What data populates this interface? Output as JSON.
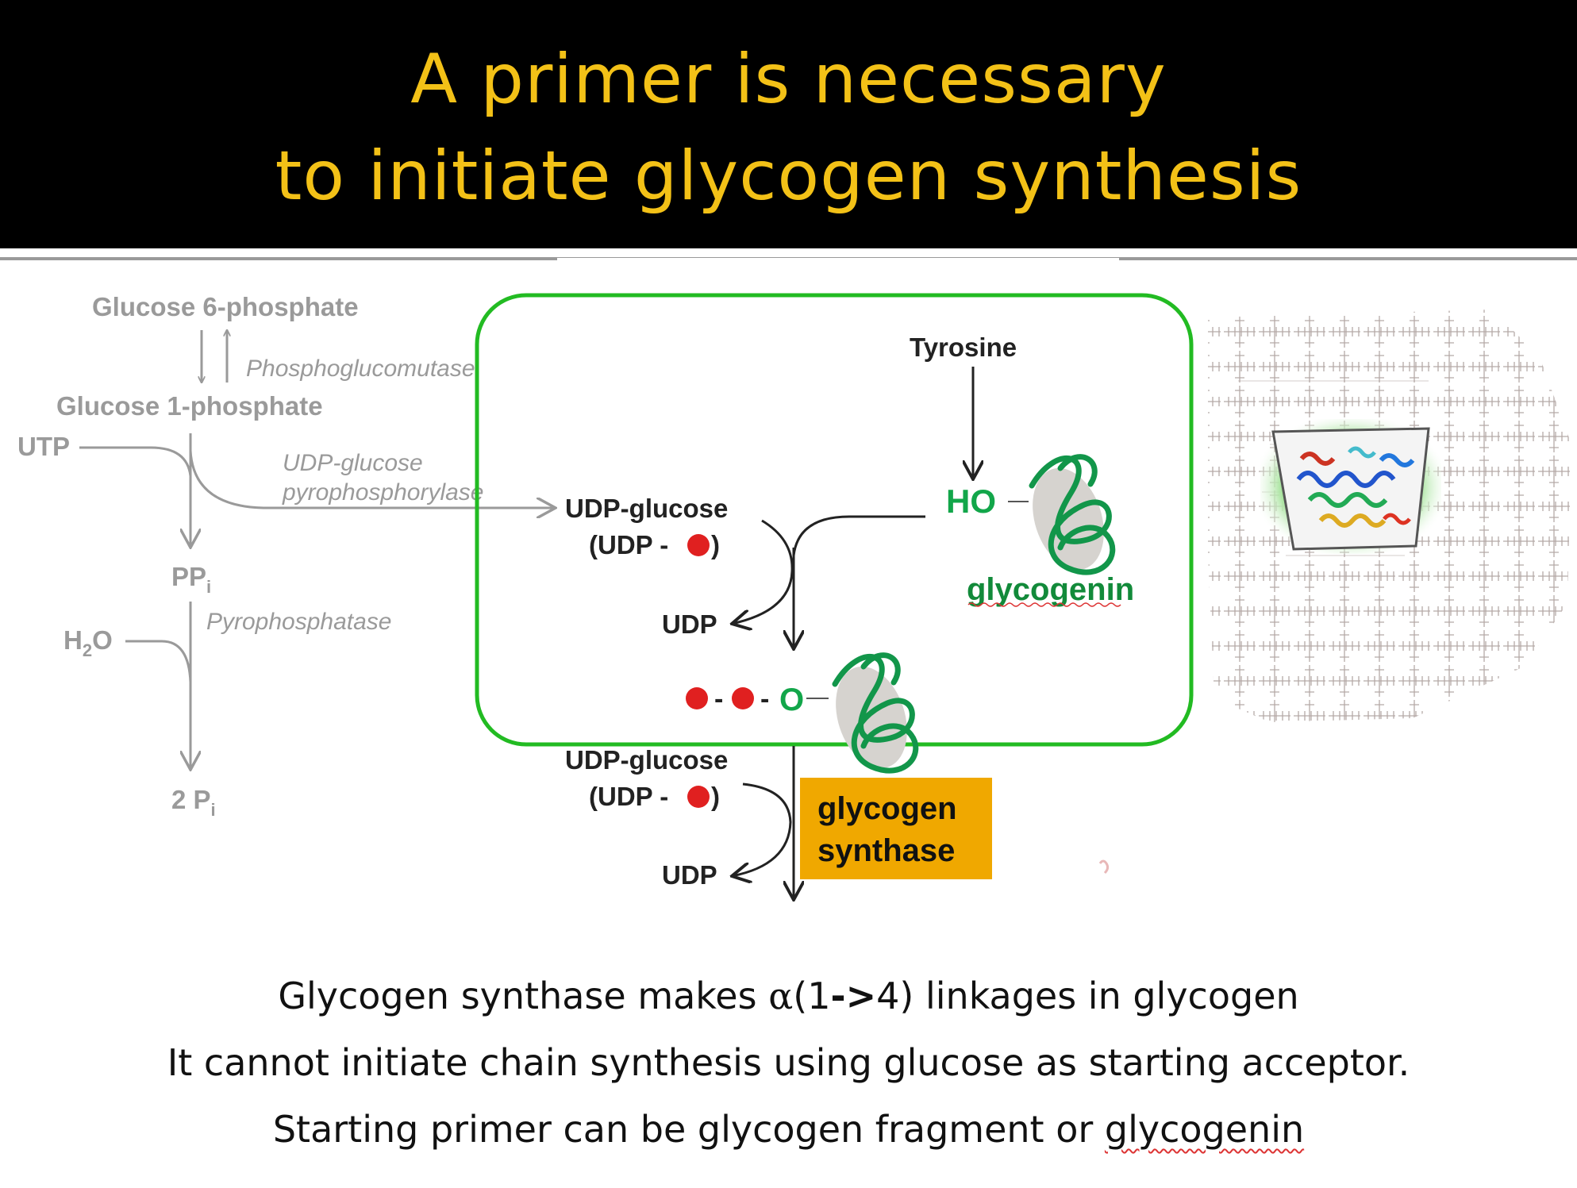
{
  "title": {
    "line1": "A primer is necessary",
    "line2": "to initiate glycogen synthesis"
  },
  "pathway": {
    "glucose6p": "Glucose 6-phosphate",
    "phosphoglucomutase": "Phosphoglucomutase",
    "glucose1p": "Glucose 1-phosphate",
    "utp": "UTP",
    "udpglc_pyrophosphorylase_1": "UDP-glucose",
    "udpglc_pyrophosphorylase_2": "pyrophosphorylase",
    "ppi": "PP",
    "ppi_sub": "i",
    "h2o_h": "H",
    "h2o_sub": "2",
    "h2o_o": "O",
    "pyrophosphatase": "Pyrophosphatase",
    "two_pi": "2 P",
    "two_pi_sub": "i"
  },
  "primer": {
    "tyrosine": "Tyrosine",
    "udp_glucose_1": "UDP-glucose",
    "udp_dot_1": "(UDP - ",
    "close_paren_1": ")",
    "ho": "HO",
    "glycogenin": "glycogenin",
    "udp_1": "UDP",
    "dash_1": "-",
    "dash_2": "-",
    "o_label": "O",
    "udp_glucose_2": "UDP-glucose",
    "udp_dot_2": "(UDP - ",
    "close_paren_2": ")",
    "udp_2": "UDP",
    "glycogen_synthase_1": "glycogen",
    "glycogen_synthase_2": "synthase"
  },
  "bottom": {
    "line1_a": "Glycogen synthase makes ",
    "alpha": "α",
    "line1_b": "(1",
    "line1_arrow": "->",
    "line1_c": "4) linkages in glycogen",
    "line2": "It cannot initiate chain synthesis using glucose as starting acceptor.",
    "line3_a": "Starting primer can be glycogen fragment or ",
    "line3_b": "glycogenin"
  },
  "colors": {
    "title": "#F3C117",
    "frame_green": "#22BB22",
    "glycogenin_green": "#128A3A",
    "dot_red": "#E02020",
    "synthase_box": "#F0A800",
    "pathway_gray": "#9A9A9A"
  }
}
